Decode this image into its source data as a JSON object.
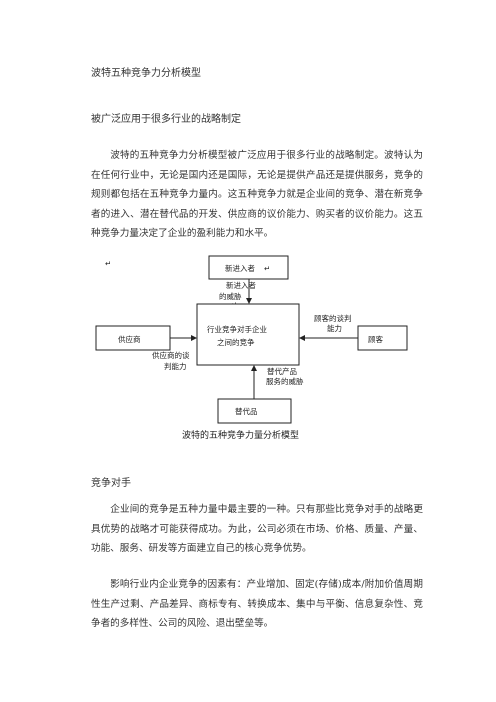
{
  "heading1": "波特五种竞争力分析模型",
  "heading2": "被广泛应用于很多行业的战略制定",
  "intro": "波特的五种竞争力分析模型被广泛应用于很多行业的战略制定。波特认为在任何行业中，无论是国内还是国际，无论是提供产品还是提供服务，竞争的规则都包括在五种竞争力量内。这五种竞争力就是企业间的竞争、潜在新竞争者的进入、潜在替代品的开发、供应商的议价能力、购买者的议价能力。这五种竞争力量决定了企业的盈利能力和水平。",
  "diagram": {
    "new_entrants": "新进入者",
    "new_entrants_threat": [
      "新进入者",
      "的威胁"
    ],
    "center": [
      "行业竞争对手企业",
      "之间的竞争"
    ],
    "supplier": "供应商",
    "supplier_power": [
      "供应商的谈",
      "判能力"
    ],
    "buyer": "顾客",
    "buyer_power": [
      "顾客的谈判",
      "能力"
    ],
    "substitutes": "替代品",
    "substitutes_threat": [
      "替代产品",
      "服务的威胁"
    ],
    "caption": "波特的五种竞争力量分析模型"
  },
  "section_title": "竞争对手",
  "para1": "企业间的竞争是五种力量中最主要的一种。只有那些比竞争对手的战略更具优势的战略才可能获得成功。为此，公司必须在市场、价格、质量、产量、功能、服务、研发等方面建立自己的核心竞争优势。",
  "para2": "影响行业内企业竞争的因素有：产业增加、固定(存储)成本/附加价值周期性生产过剩、产品差异、商标专有、转换成本、集中与平衡、信息复杂性、竞争者的多样性、公司的风险、退出壁垒等。"
}
